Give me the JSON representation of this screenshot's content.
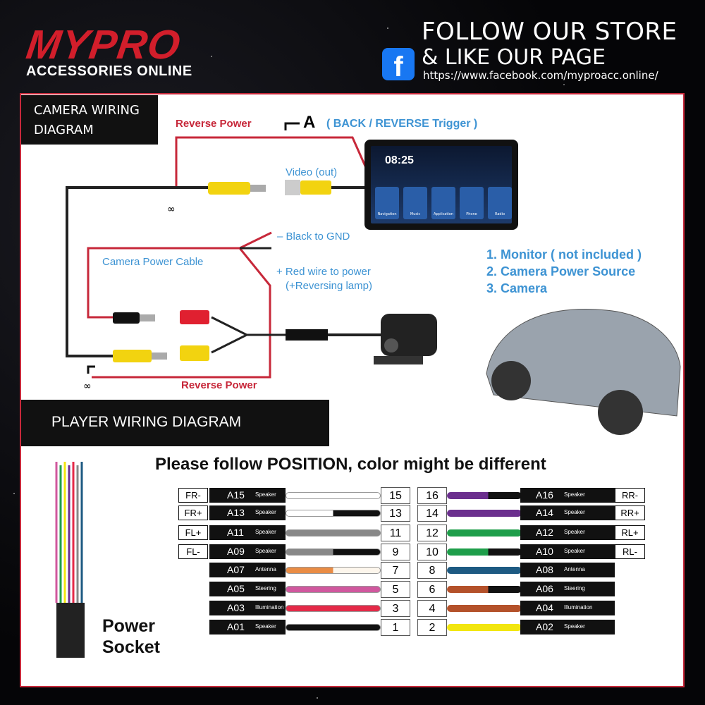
{
  "header": {
    "brand": "MYPRO",
    "brand_sub": "ACCESSORIES ONLINE",
    "follow_line1": "FOLLOW OUR STORE",
    "follow_line2": "& LIKE OUR PAGE",
    "url": "https://www.facebook.com/myproacc.online/",
    "fb_icon": "f"
  },
  "camera": {
    "title": "CAMERA WIRING DIAGRAM",
    "reverse_power_top": "Reverse Power",
    "trigger_letter": "A",
    "trigger_label": "( BACK / REVERSE Trigger )",
    "video_out": "Video (out)",
    "black_gnd": "– Black to GND",
    "power_cable": "Camera Power Cable",
    "red_wire": "+ Red wire to power",
    "reversing_lamp": "(+Reversing lamp)",
    "reverse_power_bottom": "Reverse Power",
    "monitor_time": "08:25",
    "monitor_apps": [
      "Navigation",
      "Music",
      "Application",
      "Phone",
      "Radio"
    ],
    "list": [
      "1. Monitor ( not included )",
      "2. Camera Power Source",
      "3. Camera"
    ]
  },
  "player": {
    "title": "PLAYER WIRING DIAGRAM",
    "heading": "Please follow POSITION, color might be different",
    "socket_line1": "Power",
    "socket_line2": "Socket",
    "left": [
      {
        "side": "FR-",
        "code": "A15",
        "fn": "Speaker",
        "pin": "15",
        "colors": [
          "#ffffff",
          "#ffffff"
        ]
      },
      {
        "side": "FR+",
        "code": "A13",
        "fn": "Speaker",
        "pin": "13",
        "colors": [
          "#ffffff",
          "#111111"
        ]
      },
      {
        "side": "FL+",
        "code": "A11",
        "fn": "Speaker",
        "pin": "11",
        "colors": [
          "#888888",
          "#888888"
        ]
      },
      {
        "side": "FL-",
        "code": "A09",
        "fn": "Speaker",
        "pin": "9",
        "colors": [
          "#888888",
          "#111111"
        ]
      },
      {
        "side": "",
        "code": "A07",
        "fn": "Antenna",
        "pin": "7",
        "colors": [
          "#e98c45",
          "#fdf6ec"
        ]
      },
      {
        "side": "",
        "code": "A05",
        "fn": "Steering",
        "pin": "5",
        "colors": [
          "#d0589e",
          "#d0589e"
        ]
      },
      {
        "side": "",
        "code": "A03",
        "fn": "Illumination",
        "pin": "3",
        "colors": [
          "#e42a48",
          "#e42a48"
        ]
      },
      {
        "side": "",
        "code": "A01",
        "fn": "Speaker",
        "pin": "1",
        "colors": [
          "#111111",
          "#111111"
        ]
      }
    ],
    "right": [
      {
        "side": "RR-",
        "code": "A16",
        "fn": "Speaker",
        "pin": "16",
        "colors": [
          "#6b2f8e",
          "#111111"
        ]
      },
      {
        "side": "RR+",
        "code": "A14",
        "fn": "Speaker",
        "pin": "14",
        "colors": [
          "#6b2f8e",
          "#6b2f8e"
        ]
      },
      {
        "side": "RL+",
        "code": "A12",
        "fn": "Speaker",
        "pin": "12",
        "colors": [
          "#1e9e4a",
          "#1e9e4a"
        ]
      },
      {
        "side": "RL-",
        "code": "A10",
        "fn": "Speaker",
        "pin": "10",
        "colors": [
          "#1e9e4a",
          "#111111"
        ]
      },
      {
        "side": "",
        "code": "A08",
        "fn": "Antenna",
        "pin": "8",
        "colors": [
          "#1d5a82",
          "#1d5a82"
        ]
      },
      {
        "side": "",
        "code": "A06",
        "fn": "Steering",
        "pin": "6",
        "colors": [
          "#b4512a",
          "#111111"
        ]
      },
      {
        "side": "",
        "code": "A04",
        "fn": "Illumination",
        "pin": "4",
        "colors": [
          "#b4512a",
          "#b4512a"
        ]
      },
      {
        "side": "",
        "code": "A02",
        "fn": "Speaker",
        "pin": "2",
        "colors": [
          "#f2e60f",
          "#f2e60f"
        ]
      }
    ]
  }
}
